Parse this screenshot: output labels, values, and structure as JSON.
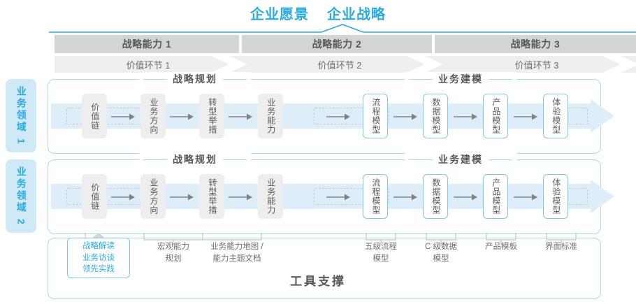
{
  "header": {
    "vision": "企业愿景",
    "strategy": "企业战略"
  },
  "capabilities": [
    {
      "label": "战略能力 1"
    },
    {
      "label": "战略能力 2"
    },
    {
      "label": "战略能力 3"
    }
  ],
  "value_chain": [
    {
      "label": "价值环节 1"
    },
    {
      "label": "价值环节 2"
    },
    {
      "label": "价值环节 3"
    }
  ],
  "domains": [
    {
      "label": "业务领域 1"
    },
    {
      "label": "业务领域 2"
    }
  ],
  "sections": {
    "planning": "战略规划",
    "modeling": "业务建模"
  },
  "nodes": {
    "planning": [
      {
        "label": "价值链"
      },
      {
        "label": "业务方向"
      },
      {
        "label": "转型举措"
      },
      {
        "label": "业务能力"
      }
    ],
    "modeling": [
      {
        "label": "流程模型"
      },
      {
        "label": "数据模型"
      },
      {
        "label": "产品模型"
      },
      {
        "label": "体验模型"
      }
    ]
  },
  "annotations": {
    "highlight": "战略解读\n业务访谈\n领先实践",
    "items": [
      {
        "label": "宏观能力\n规划"
      },
      {
        "label": "业务能力地图 /\n能力主题文档"
      },
      {
        "label": "五级流程\n模型"
      },
      {
        "label": "C 级数据\n模型"
      },
      {
        "label": "产品模板"
      },
      {
        "label": "界面标准"
      }
    ]
  },
  "footer": {
    "tool_support": "工具支撑"
  },
  "colors": {
    "accent": "#29abe2",
    "accent_light": "#a9d8ef",
    "band": "#ddeef8",
    "gray_bar": "#d3d5d5",
    "gray_node": "#eeeeee",
    "text": "#58595b"
  }
}
